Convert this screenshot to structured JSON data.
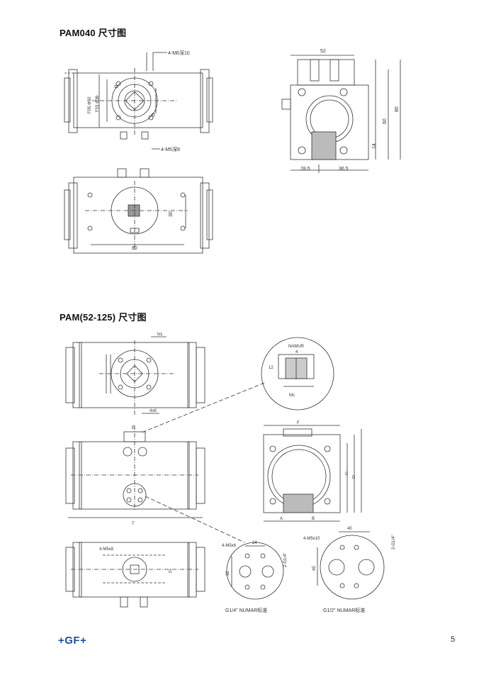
{
  "section1": {
    "title": "PAM040 尺寸图",
    "labels": {
      "bolt_top": "4-M6深10",
      "bolt_bottom": "4-M5深8",
      "f05": "F05 Φ50",
      "f03": "F03 Φ36",
      "dim_52": "52",
      "dim_80": "80",
      "dim_60": "60",
      "dim_14": "14",
      "dim_28_5": "28.5",
      "dim_36_5": "36.5",
      "dim_30": "30",
      "dim_80b": "80"
    }
  },
  "section2": {
    "title": "PAM(52-125) 尺寸图",
    "labels": {
      "namur": "NAMUR",
      "n4": "4",
      "n12": "12",
      "mc": "Mc",
      "txl": "txL",
      "txk": "4xK",
      "e": "E",
      "f": "F",
      "a": "A",
      "b": "B",
      "c": "C",
      "d": "D",
      "t": "T",
      "g": "G",
      "m5": "4-M5x8",
      "m5b": "4-M5x6",
      "m5c": "4-M5x10",
      "n24": "24",
      "n32": "32",
      "n40": "40",
      "n45": "45",
      "g14": "2-G1/4\"",
      "g14b": "2-G1/4\"",
      "cap1": "G1/4\" NUMAR标准",
      "cap2": "G1/2\" NUMAR标准"
    }
  },
  "footer": {
    "logo": "+GF+",
    "page_number": "5"
  }
}
